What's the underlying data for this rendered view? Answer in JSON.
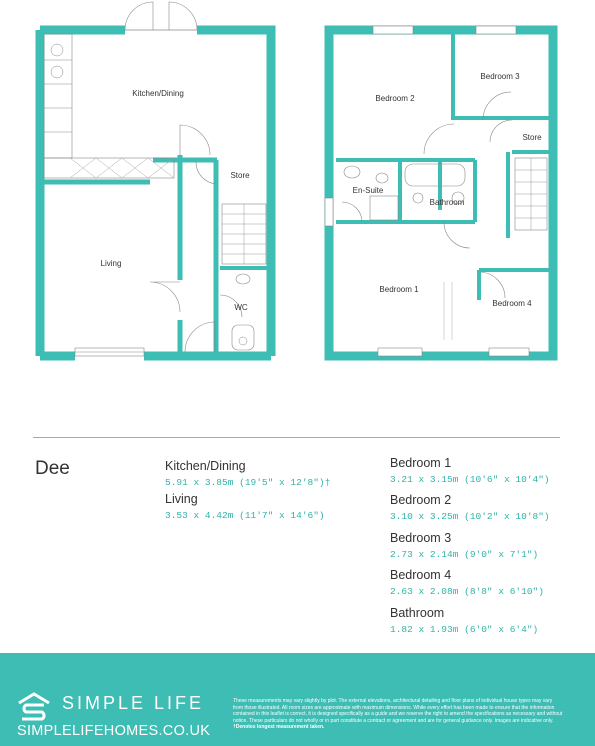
{
  "floorplan": {
    "ground_rooms": [
      "Kitchen/Dining",
      "Store",
      "Living",
      "WC"
    ],
    "first_rooms": [
      "Bedroom 2",
      "Bedroom 3",
      "Store",
      "En-Suite",
      "Bathroom",
      "Bedroom 1",
      "Bedroom 4"
    ]
  },
  "house_name": "Dee",
  "schedule": {
    "left": [
      {
        "name": "Kitchen/Dining",
        "dims": "5.91 x 3.85m (19'5\" x 12'8\")†"
      },
      {
        "name": "Living",
        "dims": "3.53 x 4.42m (11'7\" x 14'6\")"
      }
    ],
    "right": [
      {
        "name": "Bedroom 1",
        "dims": "3.21 x 3.15m (10'6\" x 10'4\")"
      },
      {
        "name": "Bedroom 2",
        "dims": "3.10 x 3.25m (10'2\" x 10'8\")"
      },
      {
        "name": "Bedroom 3",
        "dims": "2.73 x 2.14m (9'0\" x 7'1\")"
      },
      {
        "name": "Bedroom 4",
        "dims": "2.63 x 2.08m (8'8\" x 6'10\")"
      },
      {
        "name": "Bathroom",
        "dims": "1.82 x 1.93m (6'0\" x 6'4\")"
      }
    ]
  },
  "footer": {
    "brand": "SIMPLE LIFE",
    "website": "SIMPLELIFEHOMES.CO.UK",
    "disclaimer": "These measurements may vary slightly by plot. The external elevations, architectural detailing and floor plans of individual house types may vary from those illustrated. All room sizes are approximate with maximum dimensions. While every effort has been made to ensure that the information contained in this leaflet is correct, it is designed specifically as a guide and we reserve the right to amend the specifications as necessary and without notice. These particulars do not wholly or in part constitute a contract or agreement and are for general guidance only. Images are indicative only.",
    "disclaimer_note": "†Denotes longest measurement taken."
  },
  "colors": {
    "accent": "#3dbdb3",
    "wall": "#3dbdb3",
    "footer_bg": "#3dbdb3",
    "dims_text": "#2fb3a9"
  },
  "icons": [
    "house-logo-icon"
  ]
}
